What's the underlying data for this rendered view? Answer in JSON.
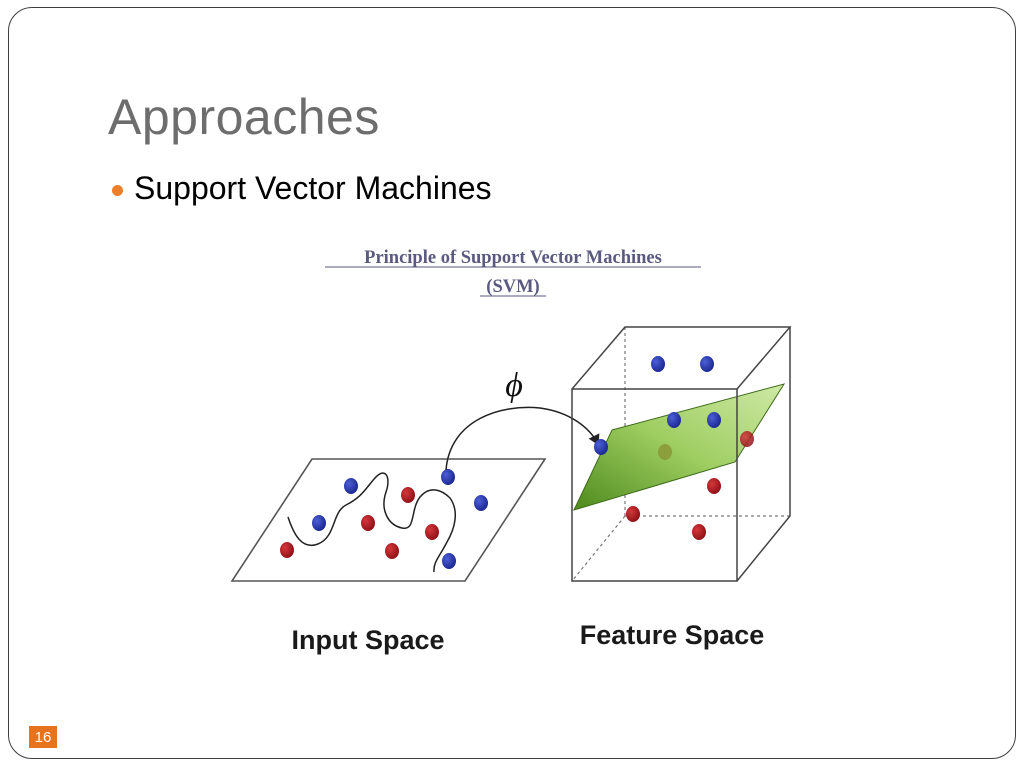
{
  "slide": {
    "title": "Approaches",
    "bullet": "Support Vector Machines",
    "page_number": "16"
  },
  "diagram": {
    "heading_line1": "Principle of Support Vector Machines",
    "heading_line2": "(SVM)",
    "mapping_symbol": "ϕ",
    "input_label": "Input Space",
    "feature_label": "Feature Space",
    "colors": {
      "class_a": "#1f2fa0",
      "class_b": "#a8161b",
      "hyperplane": "#8bbf4a",
      "accent": "#f07f2a"
    },
    "icons": [
      "hyperplane-shape",
      "curved-arrow",
      "decision-curve"
    ]
  }
}
